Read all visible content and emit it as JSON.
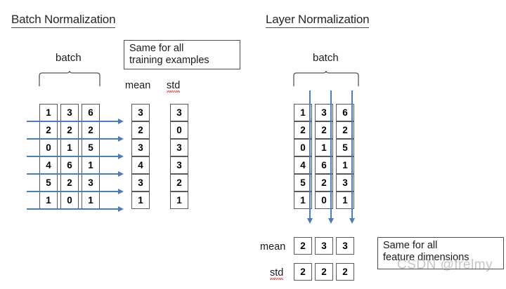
{
  "panels": {
    "left": {
      "title": "Batch Normalization",
      "batch_label": "batch",
      "note": "Same for all\ntraining examples",
      "note_line1": "Same for all",
      "note_line2": "training examples",
      "mean_label": "mean",
      "std_label": "std",
      "matrix": [
        [
          1,
          3,
          6
        ],
        [
          2,
          2,
          2
        ],
        [
          0,
          1,
          5
        ],
        [
          4,
          6,
          1
        ],
        [
          5,
          2,
          3
        ],
        [
          1,
          0,
          1
        ]
      ],
      "mean_values": [
        3,
        2,
        3,
        4,
        3,
        1
      ],
      "std_values": [
        3,
        0,
        3,
        3,
        2,
        1
      ],
      "arrow_direction": "horizontal",
      "arrow_count": 6
    },
    "right": {
      "title": "Layer Normalization",
      "batch_label": "batch",
      "note": "Same for all\nfeature dimensions",
      "note_line1": "Same for all",
      "note_line2": "feature dimensions",
      "mean_label": "mean",
      "std_label": "std",
      "matrix": [
        [
          1,
          3,
          6
        ],
        [
          2,
          2,
          2
        ],
        [
          0,
          1,
          5
        ],
        [
          4,
          6,
          1
        ],
        [
          5,
          2,
          3
        ],
        [
          1,
          0,
          1
        ]
      ],
      "mean_values": [
        2,
        3,
        3
      ],
      "std_values": [
        2,
        2,
        2
      ],
      "arrow_direction": "vertical",
      "arrow_count": 3
    }
  },
  "watermark": "CSDN @frelmy",
  "colors": {
    "arrow": "#4a7ebb",
    "cell_border": "#595959",
    "text": "#1a1a1a",
    "spellcheck": "#e0484a"
  }
}
